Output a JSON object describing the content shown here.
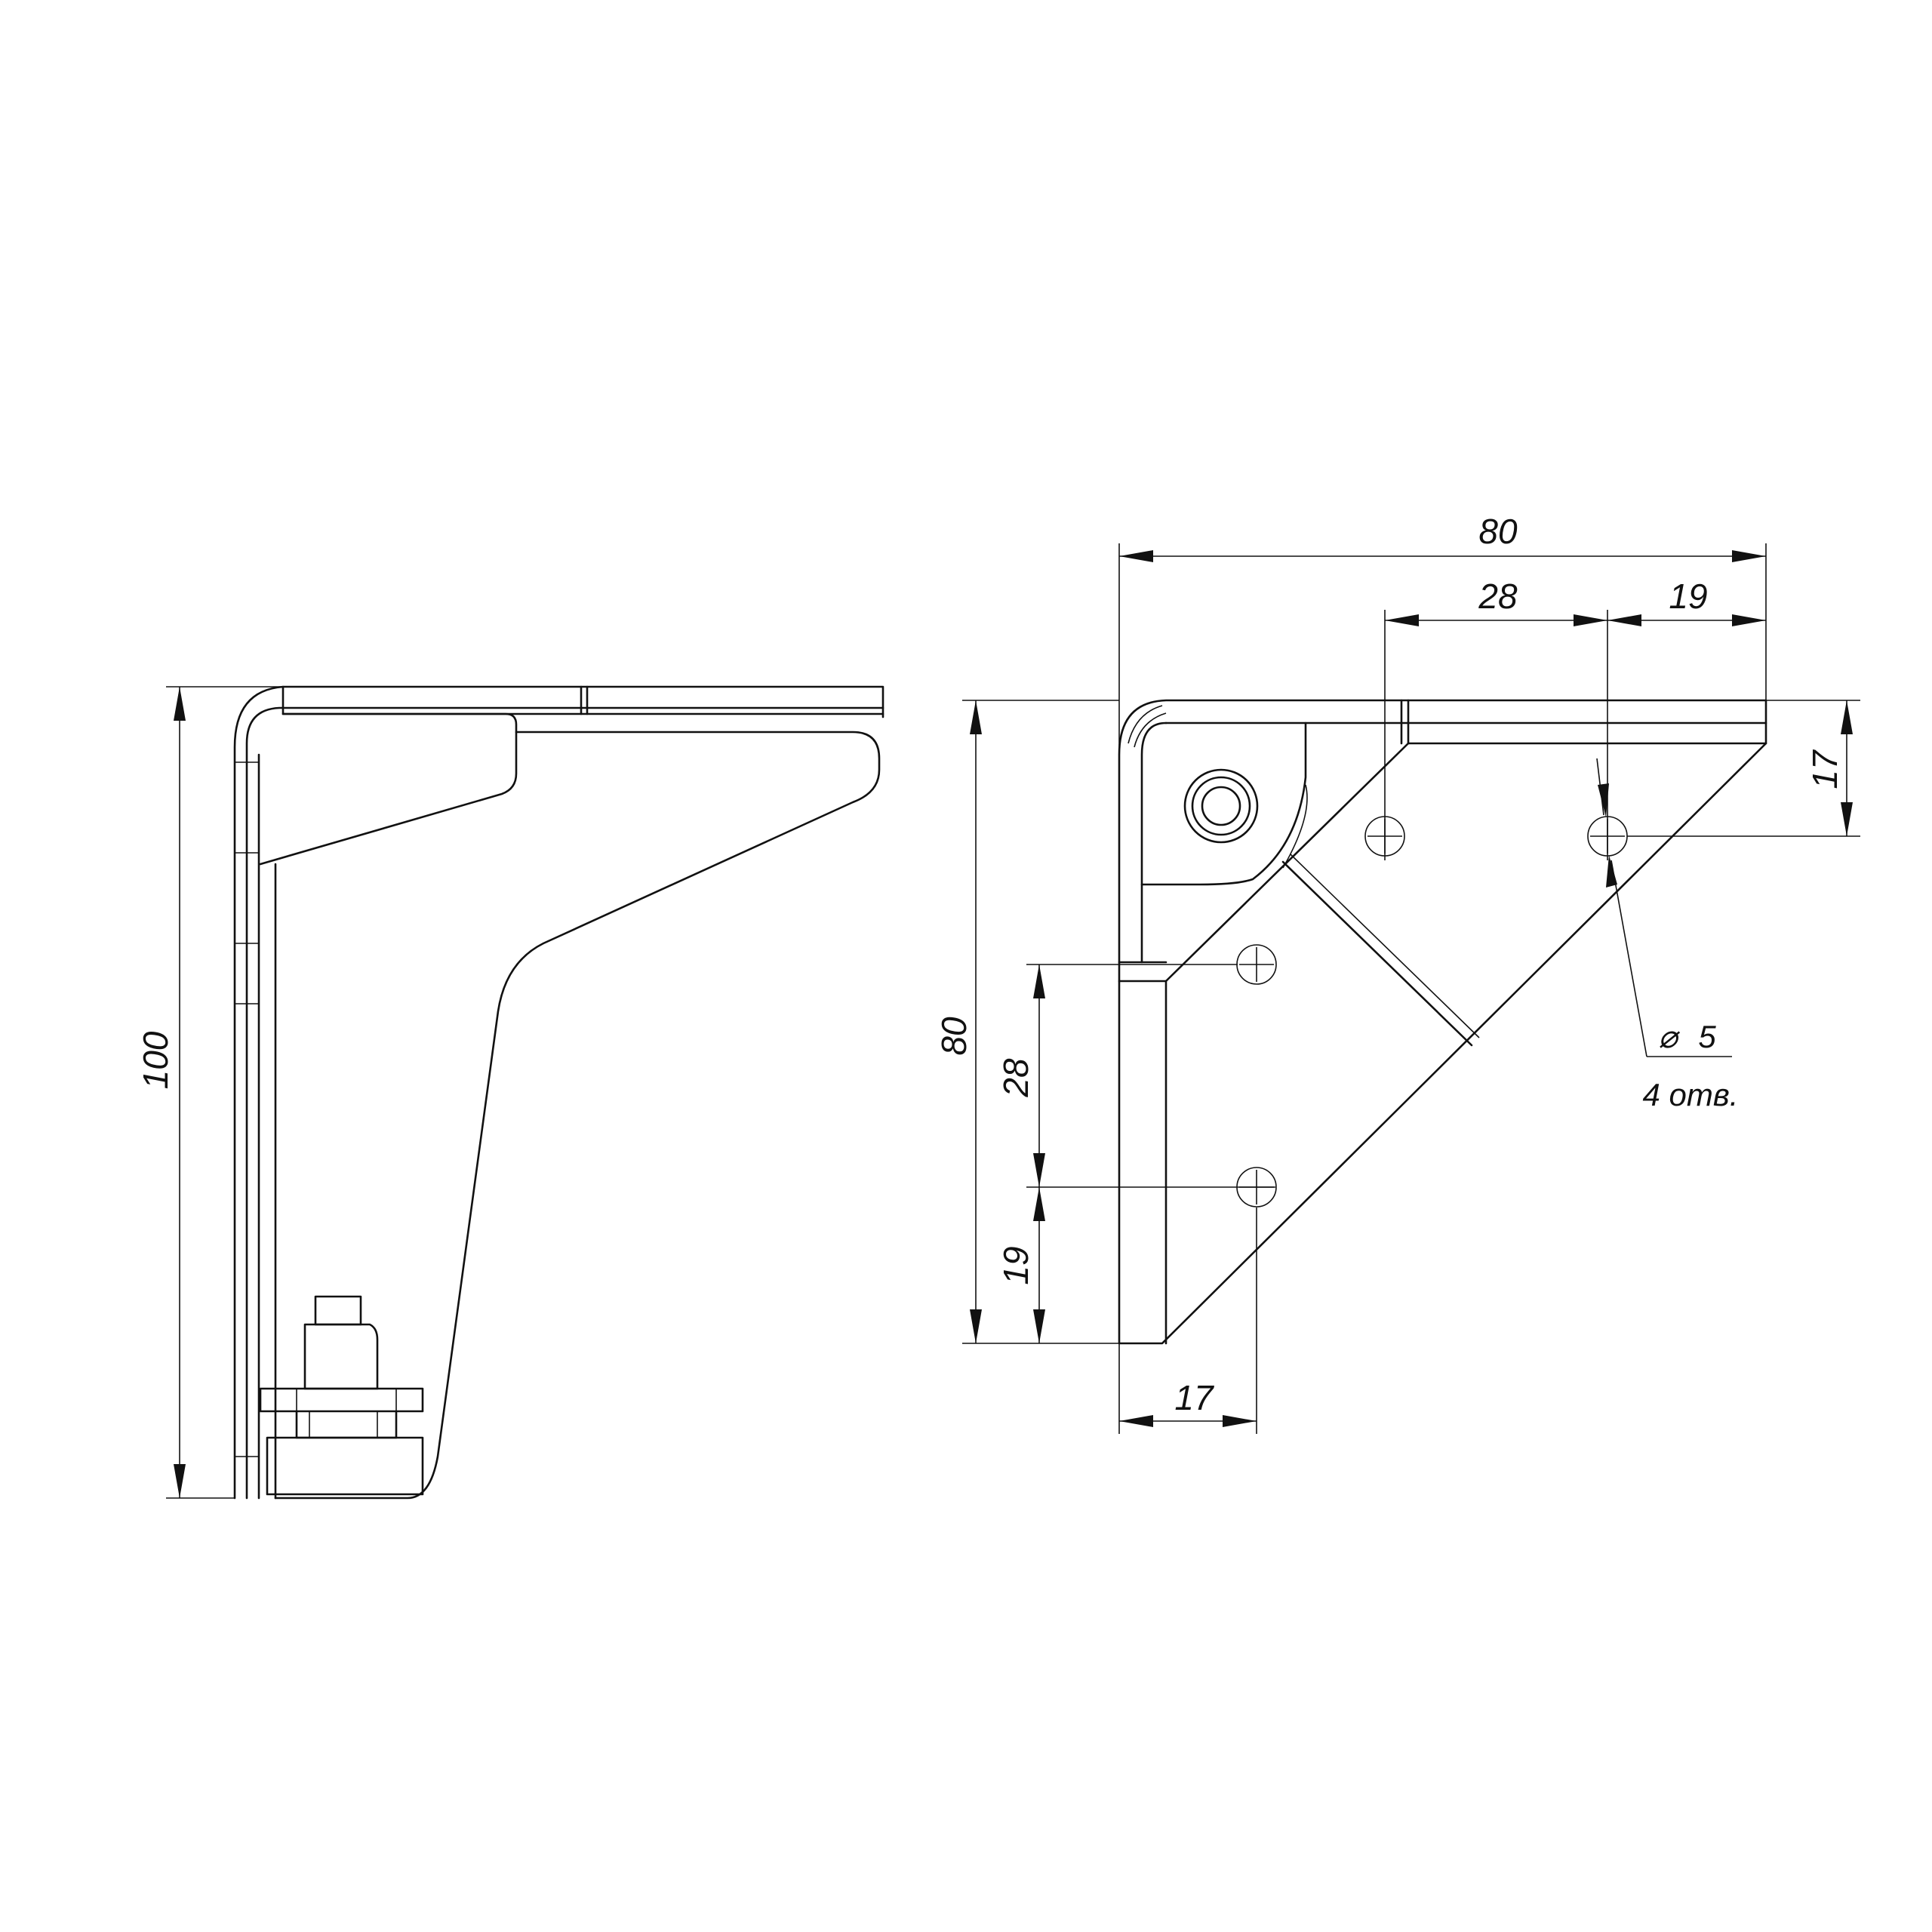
{
  "side_view": {
    "height_dim": "100"
  },
  "top_view": {
    "width_dim": "80",
    "height_dim": "80",
    "hole_spacing_top": "28",
    "hole_offset_right": "19",
    "hole_offset_top": "17",
    "hole_spacing_left": "28",
    "hole_offset_bottom": "19",
    "hole_offset_left": "17",
    "hole_diameter": "5",
    "hole_count_note": "4 отв.",
    "diameter_symbol": "⌀"
  }
}
